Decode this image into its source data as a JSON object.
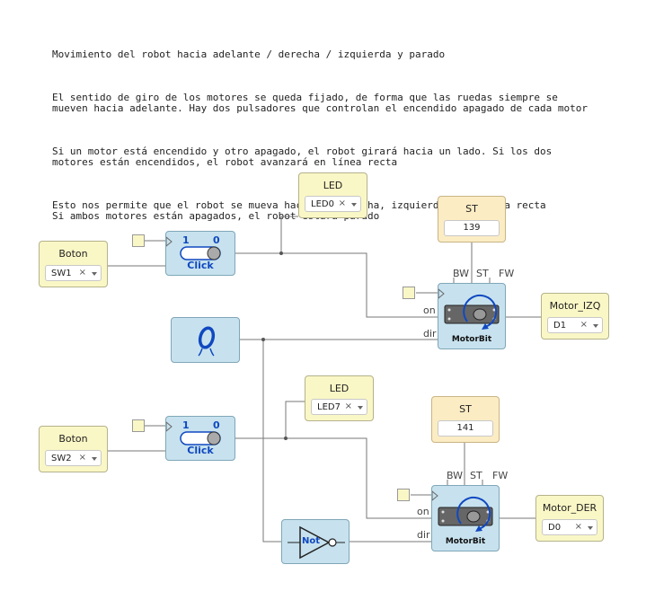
{
  "description": {
    "line1": "Movimiento del robot hacia adelante / derecha / izquierda y parado",
    "line2": "El sentido de giro de los motores se queda fijado, de forma que las ruedas siempre se",
    "line3": "mueven hacia adelante. Hay dos pulsadores que controlan el encendido apagado de cada motor",
    "line4": "Si un motor está encendido y otro apagado, el robot girará hacia un lado. Si los dos",
    "line5": "motores están encendidos, el robot avanzará en línea recta",
    "line6": "Esto nos permite que el robot se mueva hacia la derecha, izquierda o en línea recta",
    "line7": "Si ambos motores están apagados, el robot estará parado"
  },
  "blocks": {
    "boton1": {
      "title": "Boton",
      "value": "SW1",
      "clear": "×"
    },
    "boton2": {
      "title": "Boton",
      "value": "SW2",
      "clear": "×"
    },
    "led1": {
      "title": "LED",
      "value": "LED0",
      "clear": "×"
    },
    "led2": {
      "title": "LED",
      "value": "LED7",
      "clear": "×"
    },
    "st1": {
      "title": "ST",
      "value": "139"
    },
    "st2": {
      "title": "ST",
      "value": "141"
    },
    "motor_izq": {
      "title": "Motor_IZQ",
      "value": "D1",
      "clear": "×"
    },
    "motor_der": {
      "title": "Motor_DER",
      "value": "D0",
      "clear": "×"
    },
    "toggle1": {
      "zero": "0",
      "one": "1",
      "label": "Click"
    },
    "toggle2": {
      "zero": "0",
      "one": "1",
      "label": "Click"
    },
    "zero_const": {
      "symbol": "0"
    },
    "not_gate": {
      "label": "Not"
    },
    "motorbit1": {
      "label": "MotorBit",
      "bw": "BW",
      "st": "ST",
      "fw": "FW",
      "on": "on",
      "dir": "dir"
    },
    "motorbit2": {
      "label": "MotorBit",
      "bw": "BW",
      "st": "ST",
      "fw": "FW",
      "on": "on",
      "dir": "dir"
    }
  },
  "colors": {
    "wire": "#777777",
    "icon_blue": "#1048c0"
  }
}
